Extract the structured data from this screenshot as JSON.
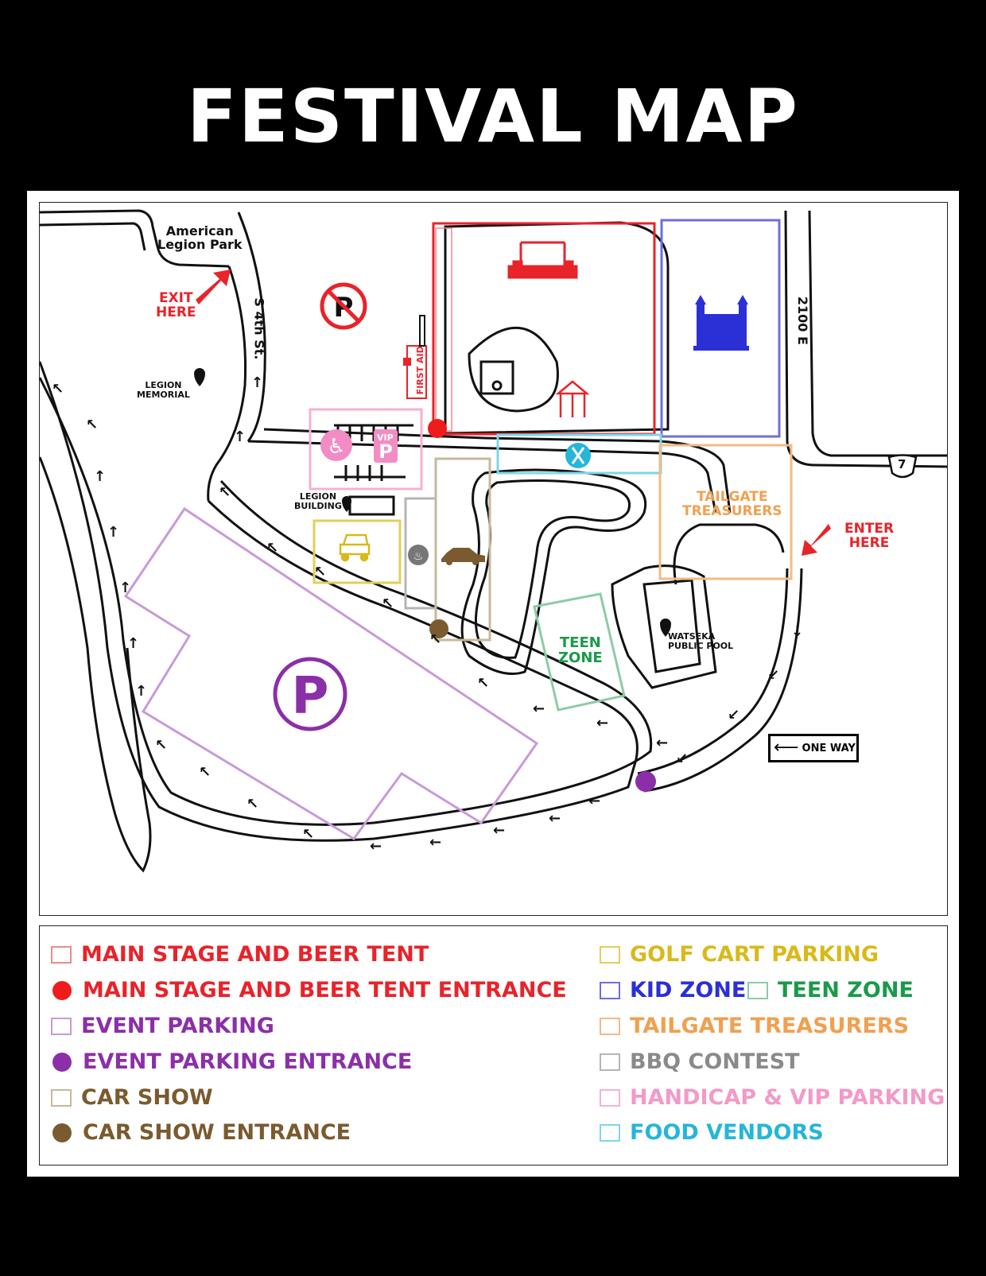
{
  "title": "FESTIVAL MAP",
  "map": {
    "places": {
      "american_legion_park": "American\nLegion Park",
      "exit": "EXIT\nHERE",
      "enter": "ENTER\nHERE",
      "s4th": "S 4th St.",
      "road_2100e": "2100 E",
      "route": "7",
      "legion_memorial": "LEGION\nMEMORIAL",
      "legion_building": "LEGION\nBUILDING",
      "first_aid": "FIRST AID",
      "vip": "VIP",
      "tailgate": "TAILGATE\nTREASURERS",
      "teen_zone": "TEEN\nZONE",
      "watseka_pool": "WATSEKA\nPUBLIC POOL",
      "one_way": "ONE WAY",
      "parking_letter": "P"
    },
    "icons": [
      "stage-icon",
      "baseball-diamond-icon",
      "tent-icon",
      "bounce-castle-icon",
      "first-aid-icon",
      "no-parking-icon",
      "wheelchair-icon",
      "vip-parking-icon",
      "golf-cart-icon",
      "grill-icon",
      "car-icon",
      "fork-knife-icon",
      "map-pin-icon",
      "parking-icon",
      "one-way-arrow-icon",
      "us-route-shield-icon",
      "direction-arrow-icon"
    ],
    "entrances": [
      {
        "zone": "MAIN STAGE AND BEER TENT",
        "color": "#ef1c1c"
      },
      {
        "zone": "EVENT PARKING",
        "color": "#8b2fa8"
      },
      {
        "zone": "CAR SHOW",
        "color": "#7a5a2e"
      }
    ]
  },
  "legend": {
    "left": [
      {
        "label": "MAIN STAGE AND BEER TENT",
        "marker": "square",
        "color": "#e8232a"
      },
      {
        "label": "MAIN STAGE AND BEER TENT ENTRANCE",
        "marker": "dot",
        "color": "#e8232a"
      },
      {
        "label": "EVENT PARKING",
        "marker": "square",
        "color": "#8b2fa8"
      },
      {
        "label": "EVENT PARKING ENTRANCE",
        "marker": "dot",
        "color": "#8b2fa8"
      },
      {
        "label": "CAR SHOW",
        "marker": "square",
        "color": "#7a5a2e"
      },
      {
        "label": "CAR SHOW ENTRANCE",
        "marker": "dot",
        "color": "#7a5a2e"
      }
    ],
    "right": [
      {
        "label": "GOLF CART PARKING",
        "marker": "square",
        "color": "#d9b91a"
      },
      {
        "label": "KID ZONE",
        "marker": "square",
        "color": "#2b2fd6"
      },
      {
        "label": "TEEN ZONE",
        "marker": "square",
        "color": "#1a9a4a"
      },
      {
        "label": "TAILGATE TREASURERS",
        "marker": "square",
        "color": "#f0a050"
      },
      {
        "label": "BBQ CONTEST",
        "marker": "square",
        "color": "#8a8a8a"
      },
      {
        "label": "HANDICAP & VIP PARKING",
        "marker": "square",
        "color": "#f29ac8"
      },
      {
        "label": "FOOD VENDORS",
        "marker": "square",
        "color": "#25b6d8"
      }
    ]
  }
}
